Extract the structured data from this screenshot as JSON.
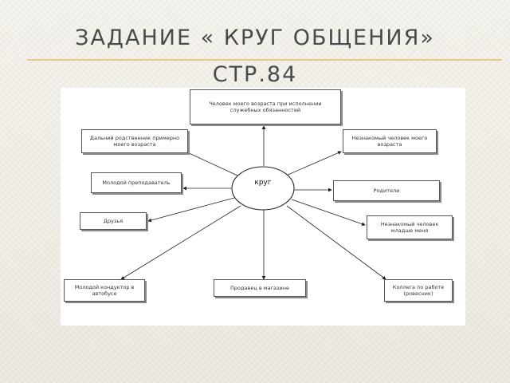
{
  "slide": {
    "title_line1": "ЗАДАНИЕ « КРУГ ОБЩЕНИЯ»",
    "title_line2": "СТР.84"
  },
  "diagram": {
    "center": "круг",
    "boxes": {
      "top": "Человек моего возраста при исполнении служебных обязанностей",
      "upper_left": "Дальний родственник примерно моего возраста",
      "upper_right": "Незнакомый человек моего возраста",
      "mid_left": "Молодой преподаватель",
      "mid_right": "Родители",
      "left": "Друзья",
      "right": "Незнакомый человек младше меня",
      "bottom_left": "Молодой кондуктор в автобусе",
      "bottom": "Продавец в магазине",
      "bottom_right": "Коллега по работе (ровесник)"
    }
  },
  "colors": {
    "title": "#4a4a4a",
    "rule": "#e9c67d",
    "background": "#f3f0e8"
  }
}
